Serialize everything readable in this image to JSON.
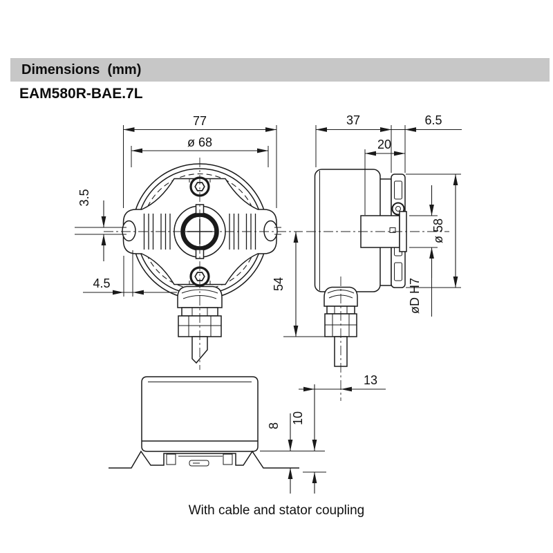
{
  "header": {
    "label": "Dimensions  (mm)"
  },
  "title": "EAM580R-BAE.7L",
  "caption": "With cable and stator coupling",
  "colors": {
    "header_bg": "#c7c7c7",
    "line": "#1a1a1a"
  },
  "front_view": {
    "overall_width": "77",
    "flange_diameter": "ø 68",
    "slot_width": "3.5",
    "flange_offset": "4.5",
    "axis_to_gland": "54"
  },
  "side_view": {
    "housing_depth": "37",
    "coupling_plate_thickness": "6.5",
    "shaft_depth": "20",
    "coupling_plate_diameter": "ø 58",
    "hollow_shaft_bore": "øD H7",
    "cable_offset": "13"
  },
  "bottom_view": {
    "spring_height": "8",
    "overall_spring_height": "10"
  }
}
